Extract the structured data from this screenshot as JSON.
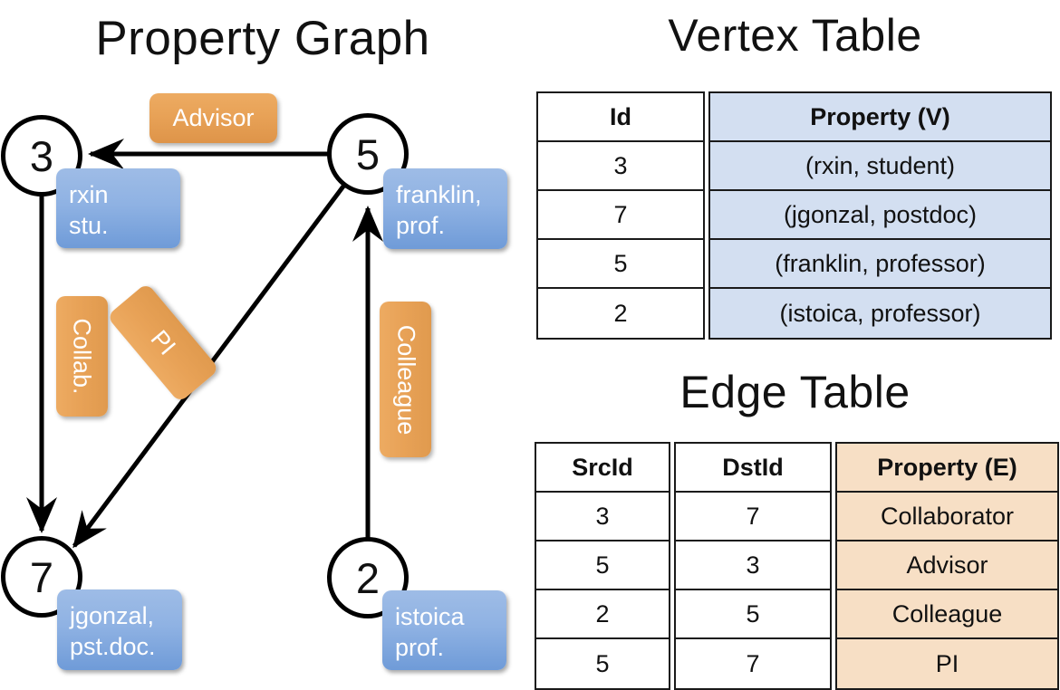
{
  "titles": {
    "graph": "Property Graph",
    "vertex": "Vertex Table",
    "edge": "Edge Table"
  },
  "colors": {
    "vertex_fill": "#d3dff1",
    "edge_fill": "#f7dfc5",
    "node_box": "#8fb2e3",
    "edge_badge": "#e8a257",
    "stroke": "#000000"
  },
  "graph": {
    "nodes": [
      {
        "id": "3",
        "label_line1": "rxin",
        "label_line2": "stu."
      },
      {
        "id": "5",
        "label_line1": "franklin,",
        "label_line2": "prof."
      },
      {
        "id": "7",
        "label_line1": "jgonzal,",
        "label_line2": "pst.doc."
      },
      {
        "id": "2",
        "label_line1": "istoica",
        "label_line2": "prof."
      }
    ],
    "edge_labels": [
      {
        "name": "advisor",
        "text": "Advisor"
      },
      {
        "name": "collab",
        "text": "Collab."
      },
      {
        "name": "pi",
        "text": "PI"
      },
      {
        "name": "colleague",
        "text": "Colleague"
      }
    ],
    "edges": [
      {
        "from": "5",
        "to": "3",
        "label": "Advisor"
      },
      {
        "from": "3",
        "to": "7",
        "label": "Collab."
      },
      {
        "from": "5",
        "to": "7",
        "label": "PI"
      },
      {
        "from": "2",
        "to": "5",
        "label": "Colleague"
      }
    ]
  },
  "vertex_table": {
    "headers": [
      "Id",
      "Property (V)"
    ],
    "rows": [
      {
        "id": "3",
        "property": "(rxin, student)"
      },
      {
        "id": "7",
        "property": "(jgonzal, postdoc)"
      },
      {
        "id": "5",
        "property": "(franklin, professor)"
      },
      {
        "id": "2",
        "property": "(istoica, professor)"
      }
    ]
  },
  "edge_table": {
    "headers": [
      "SrcId",
      "DstId",
      "Property (E)"
    ],
    "rows": [
      {
        "src": "3",
        "dst": "7",
        "property": "Collaborator"
      },
      {
        "src": "5",
        "dst": "3",
        "property": "Advisor"
      },
      {
        "src": "2",
        "dst": "5",
        "property": "Colleague"
      },
      {
        "src": "5",
        "dst": "7",
        "property": "PI"
      }
    ]
  }
}
